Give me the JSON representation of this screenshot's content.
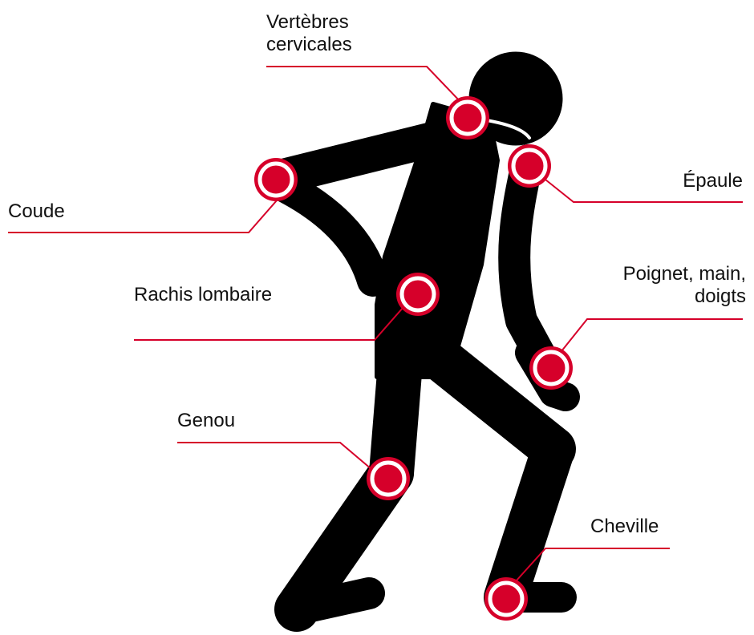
{
  "colors": {
    "figure": "#000000",
    "accent": "#D6002A",
    "ring": "#FFFFFF",
    "text": "#111111"
  },
  "labels": {
    "cervical_line1": "Vertèbres",
    "cervical_line2": "cervicales",
    "shoulder": "Épaule",
    "elbow": "Coude",
    "wrist_line1": "Poignet, main,",
    "wrist_line2": "doigts",
    "lumbar": "Rachis lombaire",
    "knee": "Genou",
    "ankle": "Cheville"
  }
}
